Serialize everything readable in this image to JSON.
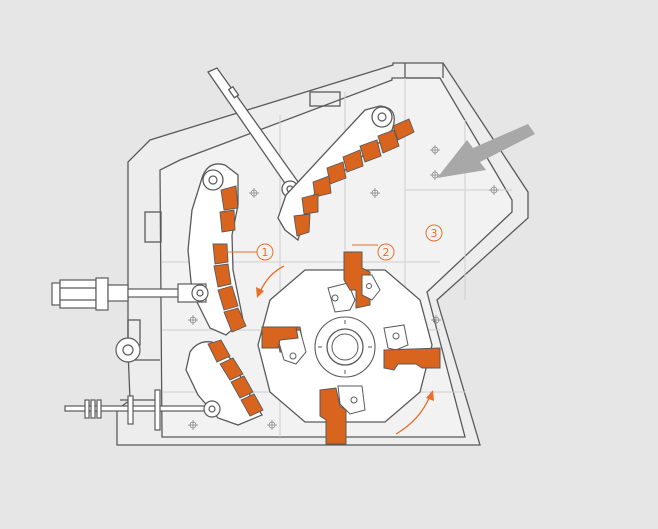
{
  "diagram": {
    "callouts": [
      {
        "id": "1",
        "label": "1"
      },
      {
        "id": "2",
        "label": "2"
      },
      {
        "id": "3",
        "label": "3"
      }
    ],
    "colors": {
      "background": "#e6e6e6",
      "line": "#5a5a5a",
      "fill_white": "#ffffff",
      "liner": "#f2f2f2",
      "wear_parts": "#d8641e",
      "wear_parts_dark": "#b24c12",
      "accent": "#e8702a",
      "feed_arrow": "#a8a8a8"
    },
    "icons": {
      "feed_direction": "feed-arrow-icon",
      "rotation": "rotation-arrow-icon",
      "bolt": "crosshair-bolt-icon"
    }
  }
}
